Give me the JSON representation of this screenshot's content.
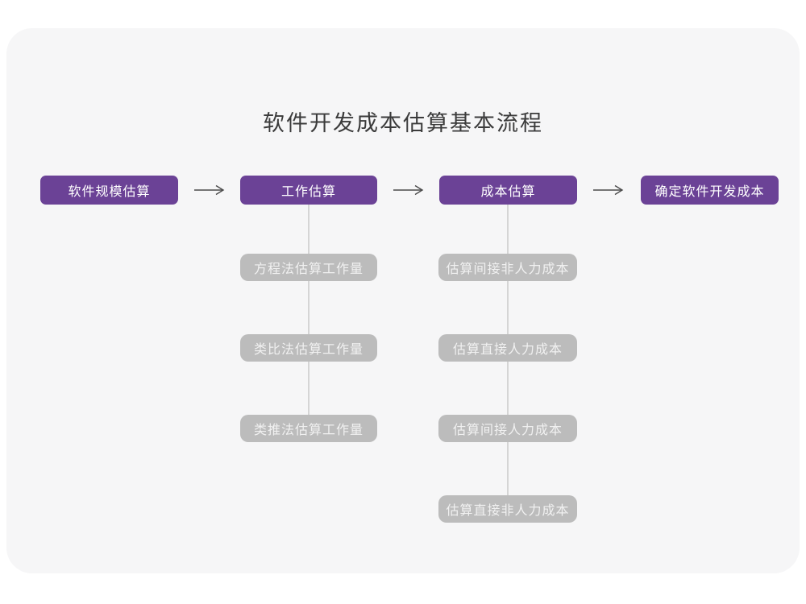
{
  "title": "软件开发成本估算基本流程",
  "main_steps": [
    "软件规模估算",
    "工作估算",
    "成本估算",
    "确定软件开发成本"
  ],
  "work_estimation_methods": [
    "方程法估算工作量",
    "类比法估算工作量",
    "类推法估算工作量"
  ],
  "cost_estimation_steps": [
    "估算间接非人力成本",
    "估算直接人力成本",
    "估算间接人力成本",
    "估算直接非人力成本"
  ],
  "colors": {
    "accent_purple": "#6b4296",
    "sub_node_gray": "#bcbcbc",
    "card_background": "#f6f6f7",
    "arrow": "#4a4a4a",
    "connector_line": "#d5d5d5",
    "title_text": "#3b3b3b"
  }
}
